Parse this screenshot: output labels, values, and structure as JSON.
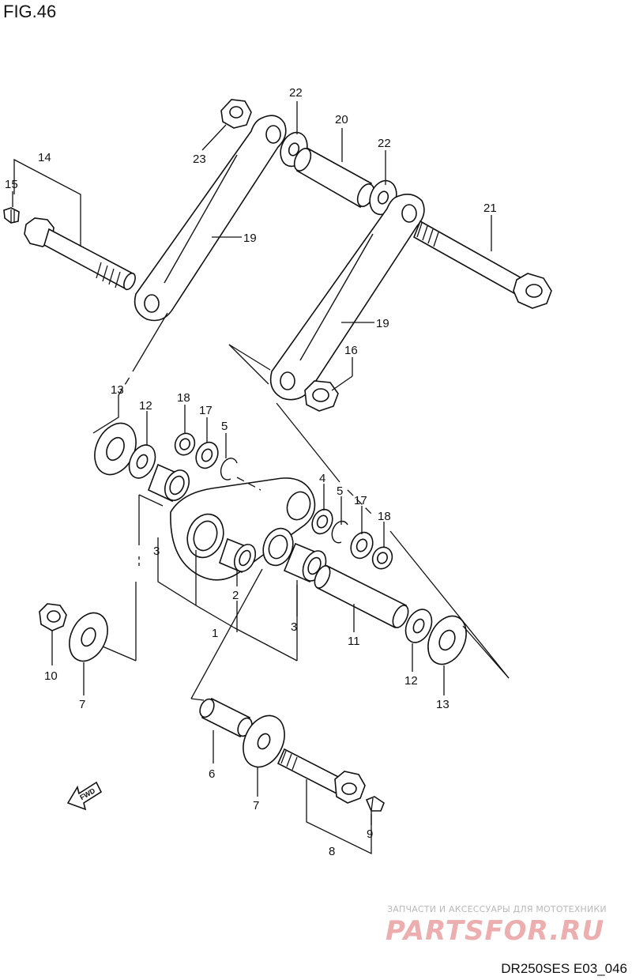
{
  "figure": {
    "title": "FIG.46"
  },
  "diagram_code": "DR250SES E03_046",
  "watermark": {
    "line1": "ЗАПЧАСТИ И АКСЕССУАРЫ ДЛЯ МОТОТЕХНИКИ",
    "logo": "PARTSFOR.RU"
  },
  "fwd_label": "FWD",
  "callouts": {
    "c1": "1",
    "c2": "2",
    "c3a": "3",
    "c3b": "3",
    "c4": "4",
    "c5a": "5",
    "c5b": "5",
    "c6": "6",
    "c7a": "7",
    "c7b": "7",
    "c8": "8",
    "c9": "9",
    "c10": "10",
    "c11": "11",
    "c12a": "12",
    "c12b": "12",
    "c13a": "13",
    "c13b": "13",
    "c14": "14",
    "c15": "15",
    "c16": "16",
    "c17a": "17",
    "c17b": "17",
    "c18a": "18",
    "c18b": "18",
    "c19a": "19",
    "c19b": "19",
    "c20": "20",
    "c21": "21",
    "c22a": "22",
    "c22b": "22",
    "c23": "23"
  }
}
